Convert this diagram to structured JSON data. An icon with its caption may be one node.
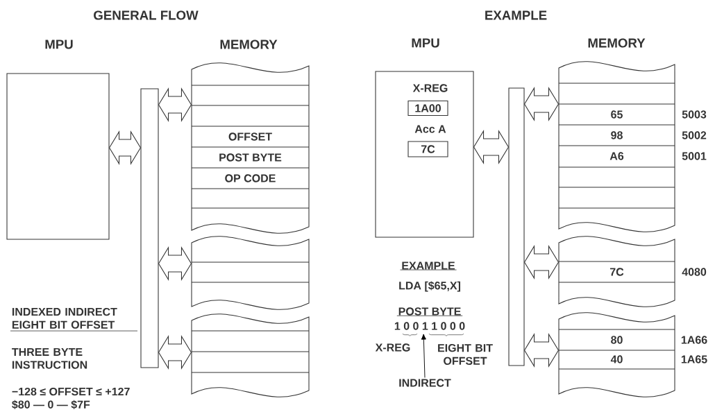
{
  "diagram": {
    "nodes": [
      {
        "text": [
          "MPU"
        ]
      },
      {
        "text": [],
        "shape": "bar"
      },
      {
        "text": [],
        "shape": "box"
      },
      {
        "text": [
          "OFFSET"
        ],
        "in": 2
      },
      {
        "text": [
          "POST BYTE"
        ],
        "in": 2
      },
      {
        "text": [
          "OP CODE"
        ],
        "in": 2
      },
      {
        "text": [],
        "shape": "box"
      },
      {
        "text": [],
        "shape": "box"
      },
      {
        "text": [
          "MPU",
          "X-REG",
          "Acc A"
        ]
      },
      {
        "text": [
          "1A00"
        ],
        "in": 8
      },
      {
        "text": [
          "7C"
        ],
        "in": 8
      },
      {
        "text": [],
        "shape": "bar"
      },
      {
        "text": [],
        "shape": "box"
      },
      {
        "text": [
          "65"
        ],
        "in": 12,
        "beside": [
          "5003"
        ]
      },
      {
        "text": [
          "98"
        ],
        "in": 12,
        "beside": [
          "5002"
        ]
      },
      {
        "text": [
          "A6"
        ],
        "in": 12,
        "beside": [
          "5001"
        ]
      },
      {
        "text": [],
        "shape": "box"
      },
      {
        "text": [
          "7C"
        ],
        "in": 16,
        "beside": [
          "4080"
        ]
      },
      {
        "text": [],
        "shape": "box"
      },
      {
        "text": [
          "80"
        ],
        "in": 18,
        "beside": [
          "1A66"
        ]
      },
      {
        "text": [
          "40"
        ],
        "in": 18,
        "beside": [
          "1A65"
        ]
      },
      {
        "text": [
          "INDIRECT"
        ]
      },
      {
        "text": [
          "1 0 0 1 1 0 0 0"
        ]
      }
    ],
    "edges": [
      {
        "from": 0,
        "to": 1,
        "arrow": "both"
      },
      {
        "from": 1,
        "to": 2,
        "arrow": "both"
      },
      {
        "from": 1,
        "to": 6,
        "arrow": "both"
      },
      {
        "from": 1,
        "to": 7,
        "arrow": "both"
      },
      {
        "from": 8,
        "to": 11,
        "arrow": "both"
      },
      {
        "from": 11,
        "to": 12,
        "arrow": "both"
      },
      {
        "from": 11,
        "to": 16,
        "arrow": "both"
      },
      {
        "from": 11,
        "to": 18,
        "arrow": "both"
      },
      {
        "from": 21,
        "to": 22,
        "arrow": "to"
      }
    ],
    "labels": [
      "GENERAL FLOW",
      "EXAMPLE",
      "MEMORY",
      "MEMORY",
      "INDEXED INDIRECT EIGHT BIT OFFSET",
      "THREE BYTE INSTRUCTION",
      "−128 ≤ OFFSET ≤ +127",
      "$80 — 0 — $7F",
      "EXAMPLE",
      "LDA [$65,X]",
      "POST BYTE",
      "X-REG",
      "EIGHT BIT OFFSET"
    ]
  }
}
